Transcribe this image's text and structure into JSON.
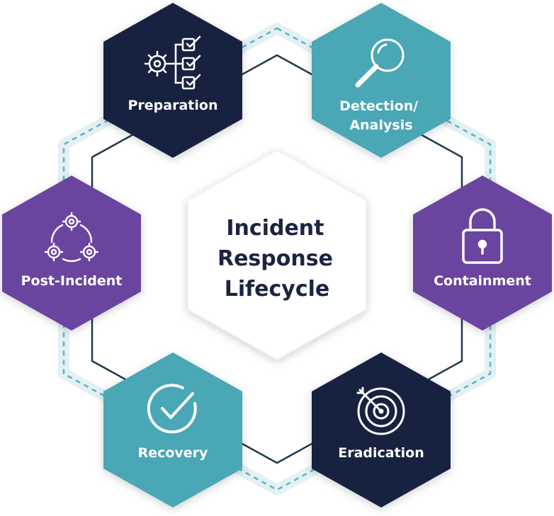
{
  "colors": {
    "navy": "#17203f",
    "teal": "#48a7b6",
    "purple": "#6a45a0",
    "center_fill": "#ffffff",
    "center_text": "#1b2340",
    "dashed_ring": "#5fb3c3",
    "ring_glow": "#e3f1f4",
    "solid_ring": "#1f3a4c"
  },
  "center": {
    "lines": [
      "Incident",
      "Response",
      "Lifecycle"
    ]
  },
  "phases": [
    {
      "id": "preparation",
      "lines": [
        "Preparation"
      ],
      "color": "#17203f",
      "icon": "gear-checklist-icon"
    },
    {
      "id": "detection",
      "lines": [
        "Detection/",
        "Analysis"
      ],
      "color": "#48a7b6",
      "icon": "magnifying-glass-icon"
    },
    {
      "id": "containment",
      "lines": [
        "Containment"
      ],
      "color": "#6a45a0",
      "icon": "padlock-icon"
    },
    {
      "id": "eradication",
      "lines": [
        "Eradication"
      ],
      "color": "#17203f",
      "icon": "target-icon"
    },
    {
      "id": "recovery",
      "lines": [
        "Recovery"
      ],
      "color": "#48a7b6",
      "icon": "check-circle-icon"
    },
    {
      "id": "post-incident",
      "lines": [
        "Post-Incident"
      ],
      "color": "#6a45a0",
      "icon": "gear-cycle-icon"
    }
  ]
}
